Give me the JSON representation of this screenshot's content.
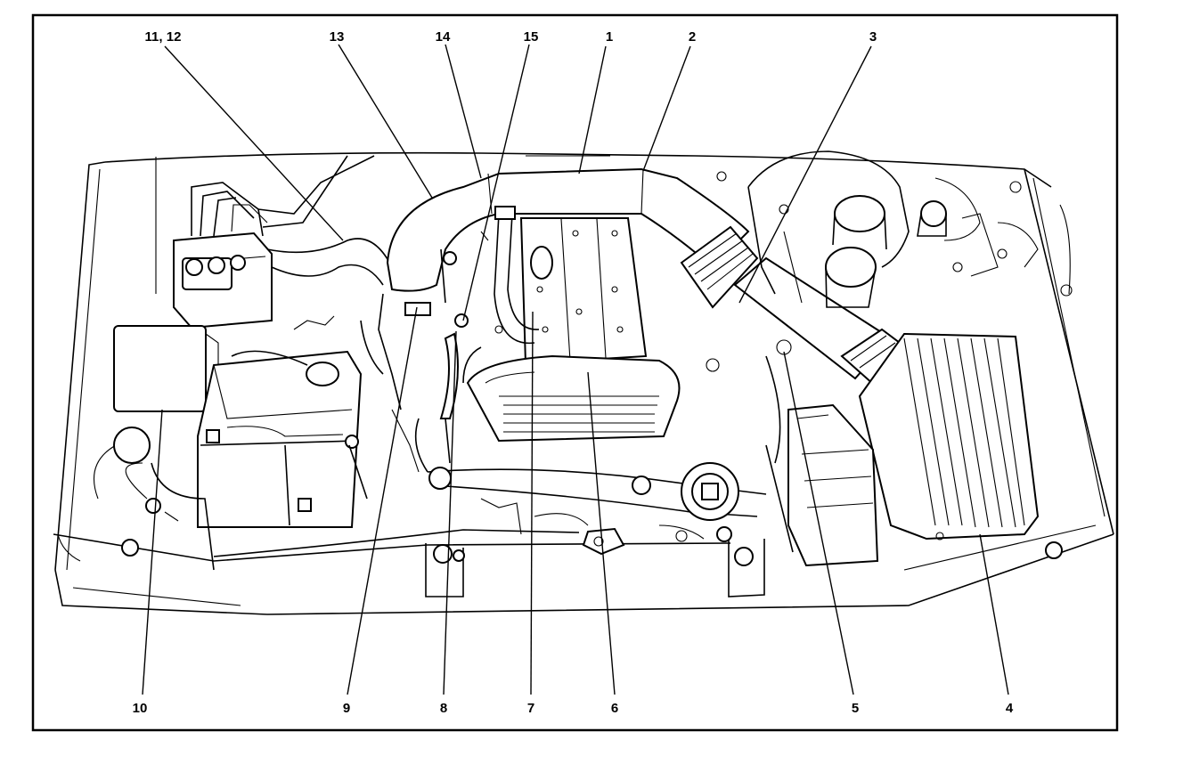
{
  "diagram": {
    "callouts": [
      {
        "id": "c-11-12",
        "label": "11, 12"
      },
      {
        "id": "c-13",
        "label": "13"
      },
      {
        "id": "c-14",
        "label": "14"
      },
      {
        "id": "c-15",
        "label": "15"
      },
      {
        "id": "c-1",
        "label": "1"
      },
      {
        "id": "c-2",
        "label": "2"
      },
      {
        "id": "c-3",
        "label": "3"
      },
      {
        "id": "c-10",
        "label": "10"
      },
      {
        "id": "c-9",
        "label": "9"
      },
      {
        "id": "c-8",
        "label": "8"
      },
      {
        "id": "c-7",
        "label": "7"
      },
      {
        "id": "c-6",
        "label": "6"
      },
      {
        "id": "c-5",
        "label": "5"
      },
      {
        "id": "c-4",
        "label": "4"
      }
    ],
    "colors": {
      "ink": "#000000",
      "paper": "#ffffff"
    }
  }
}
